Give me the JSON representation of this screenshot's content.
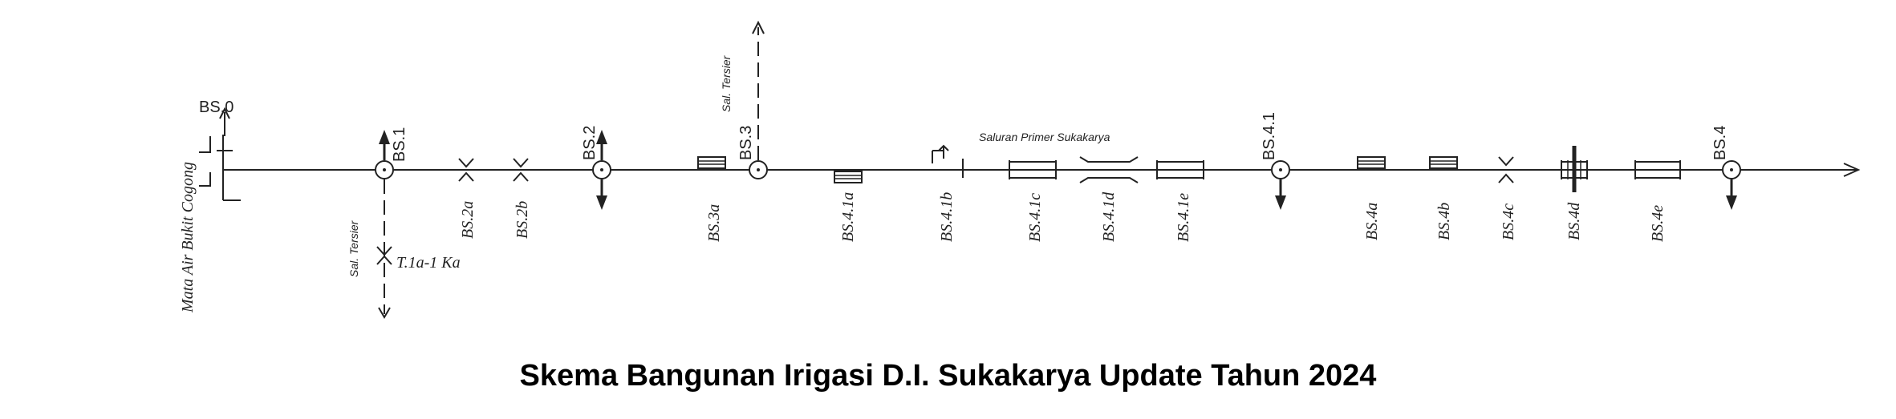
{
  "diagram": {
    "title": "Skema Bangunan Irigasi D.I. Sukakarya Update Tahun 2024",
    "channel_label": "Saluran Primer Sukakarya",
    "source_label": "Mata Air Bukit Cogong",
    "tertiary_label_top": "Sal. Tersier",
    "tertiary_label_bottom": "Sal. Tersier",
    "tertiary_offtake_label": "T.1a-1 Ka",
    "nodes": {
      "bs0": "BS.0",
      "bs1": "BS.1",
      "bs2": "BS.2",
      "bs3": "BS.3",
      "bs41": "BS.4.1",
      "bs4": "BS.4"
    },
    "structures": {
      "bs2a": "BS.2a",
      "bs2b": "BS.2b",
      "bs3a": "BS.3a",
      "bs41a": "BS.4.1a",
      "bs41b": "BS.4.1b",
      "bs41c": "BS.4.1c",
      "bs41d": "BS.4.1d",
      "bs41e": "BS.4.1e",
      "bs4a": "BS.4a",
      "bs4b": "BS.4b",
      "bs4c": "BS.4c",
      "bs4d": "BS.4d",
      "bs4e": "BS.4e"
    }
  }
}
